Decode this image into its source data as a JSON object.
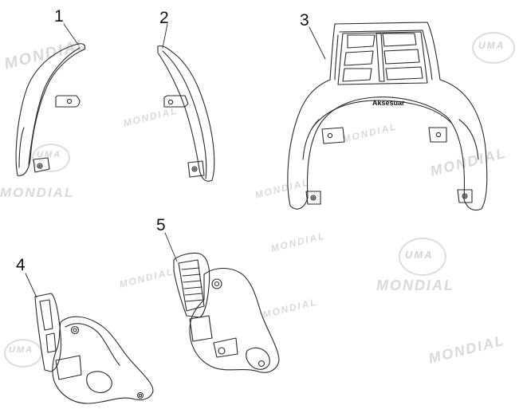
{
  "diagram": {
    "callouts": [
      "1",
      "2",
      "3",
      "4",
      "5"
    ],
    "part_label": "Aksesuar"
  },
  "watermark": {
    "brand": "MONDIAL",
    "logo": "UMA"
  },
  "colors": {
    "line": "#2a2a2a",
    "callout": "#111111",
    "watermark": "#d9d9d9"
  }
}
